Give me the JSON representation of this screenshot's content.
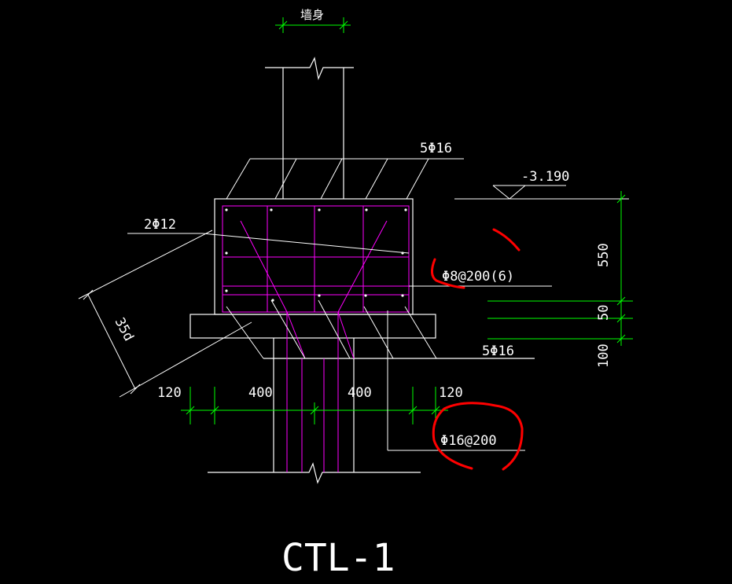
{
  "drawing": {
    "top_dimension_label": "墙身",
    "top_rebar_label": "5Φ16",
    "side_rebar_label": "2Φ12",
    "stirrup_label": "Φ8@200(6)",
    "bottom_rebar_label": "5Φ16",
    "anchor_length_label": "35d",
    "pile_rebar_label": "Φ16@200",
    "elevation_label": "-3.190",
    "bottom_dims": [
      "120",
      "400",
      "400",
      "120"
    ],
    "right_dims": [
      "550",
      "50",
      "100"
    ],
    "title": "CTL-1"
  },
  "colors": {
    "background": "#000000",
    "lines": "#ffffff",
    "rebar": "#ff00ff",
    "dimension": "#00ff00",
    "annotation": "#ff0000"
  }
}
